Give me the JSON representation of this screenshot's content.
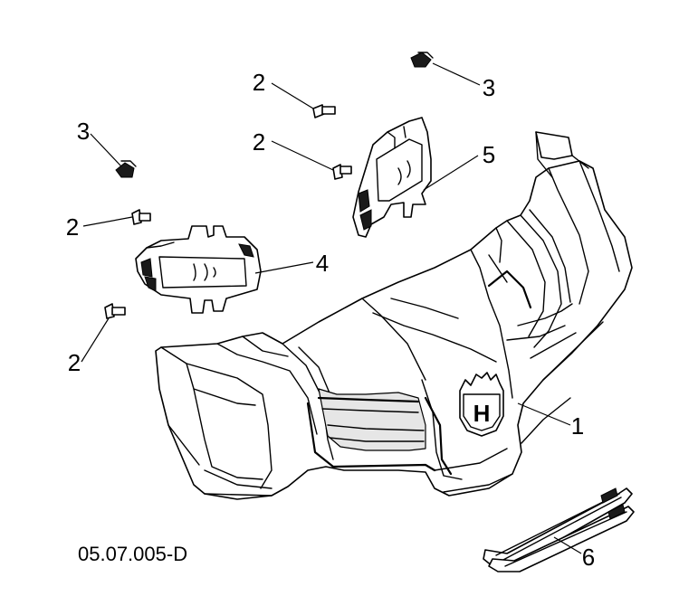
{
  "callouts": {
    "c1": "1",
    "c2a": "2",
    "c2b": "2",
    "c2c": "2",
    "c2d": "2",
    "c3a": "3",
    "c3b": "3",
    "c4": "4",
    "c5": "5",
    "c6": "6"
  },
  "drawing_id": "05.07.005-D",
  "logo_letter": "H"
}
